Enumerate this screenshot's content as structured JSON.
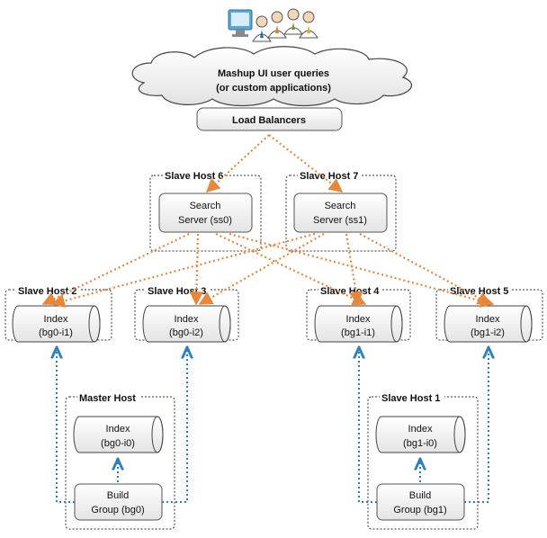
{
  "header": {
    "users_icon": "users-at-computer-icon",
    "cloud_line1": "Mashup UI user queries",
    "cloud_line2": "(or custom applications)",
    "load_balancers": "Load Balancers"
  },
  "hosts": {
    "slave6": {
      "title": "Slave Host 6",
      "server_line1": "Search",
      "server_line2": "Server (ss0)"
    },
    "slave7": {
      "title": "Slave Host 7",
      "server_line1": "Search",
      "server_line2": "Server (ss1)"
    },
    "slave2": {
      "title": "Slave Host 2",
      "index_line1": "Index",
      "index_line2": "(bg0-i1)"
    },
    "slave3": {
      "title": "Slave Host 3",
      "index_line1": "Index",
      "index_line2": "(bg0-i2)"
    },
    "slave4": {
      "title": "Slave Host 4",
      "index_line1": "Index",
      "index_line2": "(bg1-i1)"
    },
    "slave5": {
      "title": "Slave Host 5",
      "index_line1": "Index",
      "index_line2": "(bg1-i2)"
    },
    "master": {
      "title": "Master Host",
      "index_line1": "Index",
      "index_line2": "(bg0-i0)",
      "build_line1": "Build",
      "build_line2": "Group (bg0)"
    },
    "slave1": {
      "title": "Slave Host 1",
      "index_line1": "Index",
      "index_line2": "(bg1-i0)",
      "build_line1": "Build",
      "build_line2": "Group (bg1)"
    }
  },
  "colors": {
    "query_arrows": "#e8873a",
    "replication_arrows": "#2a7fc0",
    "host_border": "#333333",
    "node_fill_top": "#ffffff",
    "node_fill_bottom": "#e3e3e3"
  }
}
